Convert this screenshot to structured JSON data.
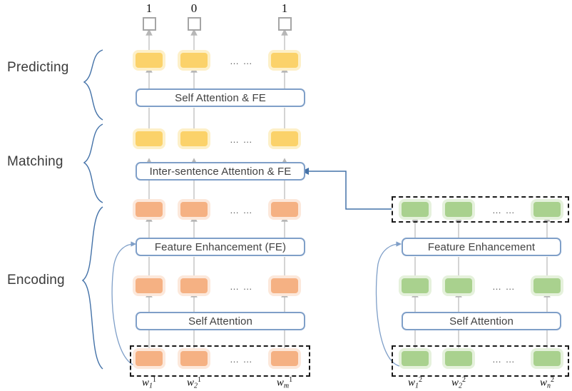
{
  "figure": {
    "title": "Sentence-pair matching neural network architecture",
    "colors": {
      "yellow_cell": "#fbd26a",
      "orange_cell": "#f5b183",
      "green_cell": "#a9d18e",
      "module_border": "#7f9fc8",
      "arrow_gray": "#b7b7b7",
      "connector_blue": "#4472a8",
      "dashed_black": "#1a1a1a",
      "text_gray": "#414141"
    }
  },
  "stages": [
    {
      "name": "predicting",
      "label": "Predicting"
    },
    {
      "name": "matching",
      "label": "Matching"
    },
    {
      "name": "encoding",
      "label": "Encoding"
    }
  ],
  "outputs": {
    "values": [
      "1",
      "0",
      "1"
    ],
    "ellipsis": "… …"
  },
  "modules": {
    "predicting_self_attention_fe": "Self Attention & FE",
    "inter_sentence_attention_fe": "Inter-sentence Attention & FE",
    "left_feature_enhancement": "Feature Enhancement (FE)",
    "left_self_attention": "Self Attention",
    "right_feature_enhancement": "Feature Enhancement",
    "right_self_attention": "Self Attention"
  },
  "ellipsis_mark": "… …",
  "sentence_left": {
    "name": "sentence-1",
    "color": "#f5b183",
    "words": [
      {
        "base": "w",
        "sub": "1",
        "sup": "1"
      },
      {
        "base": "w",
        "sub": "2",
        "sup": "1"
      },
      {
        "base": "w",
        "sub": "m",
        "sup": "1"
      }
    ]
  },
  "sentence_right": {
    "name": "sentence-2",
    "color": "#a9d18e",
    "words": [
      {
        "base": "w",
        "sub": "1",
        "sup": "2"
      },
      {
        "base": "w",
        "sub": "2",
        "sup": "2"
      },
      {
        "base": "w",
        "sub": "n",
        "sup": "2"
      }
    ]
  },
  "layers": {
    "predicting_output_row": {
      "name": "output-squares-row",
      "color": "#ffffff"
    },
    "predicting_token_row": {
      "name": "predicting-token-row",
      "color": "#fbd26a"
    },
    "matching_token_row": {
      "name": "matching-token-row",
      "color": "#fbd26a"
    },
    "encoding_top_row_left": {
      "name": "encoding-enhanced-row-left",
      "color": "#f5b183"
    },
    "encoding_mid_row_left": {
      "name": "encoding-attended-row-left",
      "color": "#f5b183"
    },
    "encoding_emb_row_left": {
      "name": "embedding-row-left",
      "color": "#f5b183"
    },
    "encoding_top_row_right": {
      "name": "encoding-enhanced-row-right",
      "color": "#a9d18e"
    },
    "encoding_mid_row_right": {
      "name": "encoding-attended-row-right",
      "color": "#a9d18e"
    },
    "encoding_emb_row_right": {
      "name": "embedding-row-right",
      "color": "#a9d18e"
    }
  }
}
